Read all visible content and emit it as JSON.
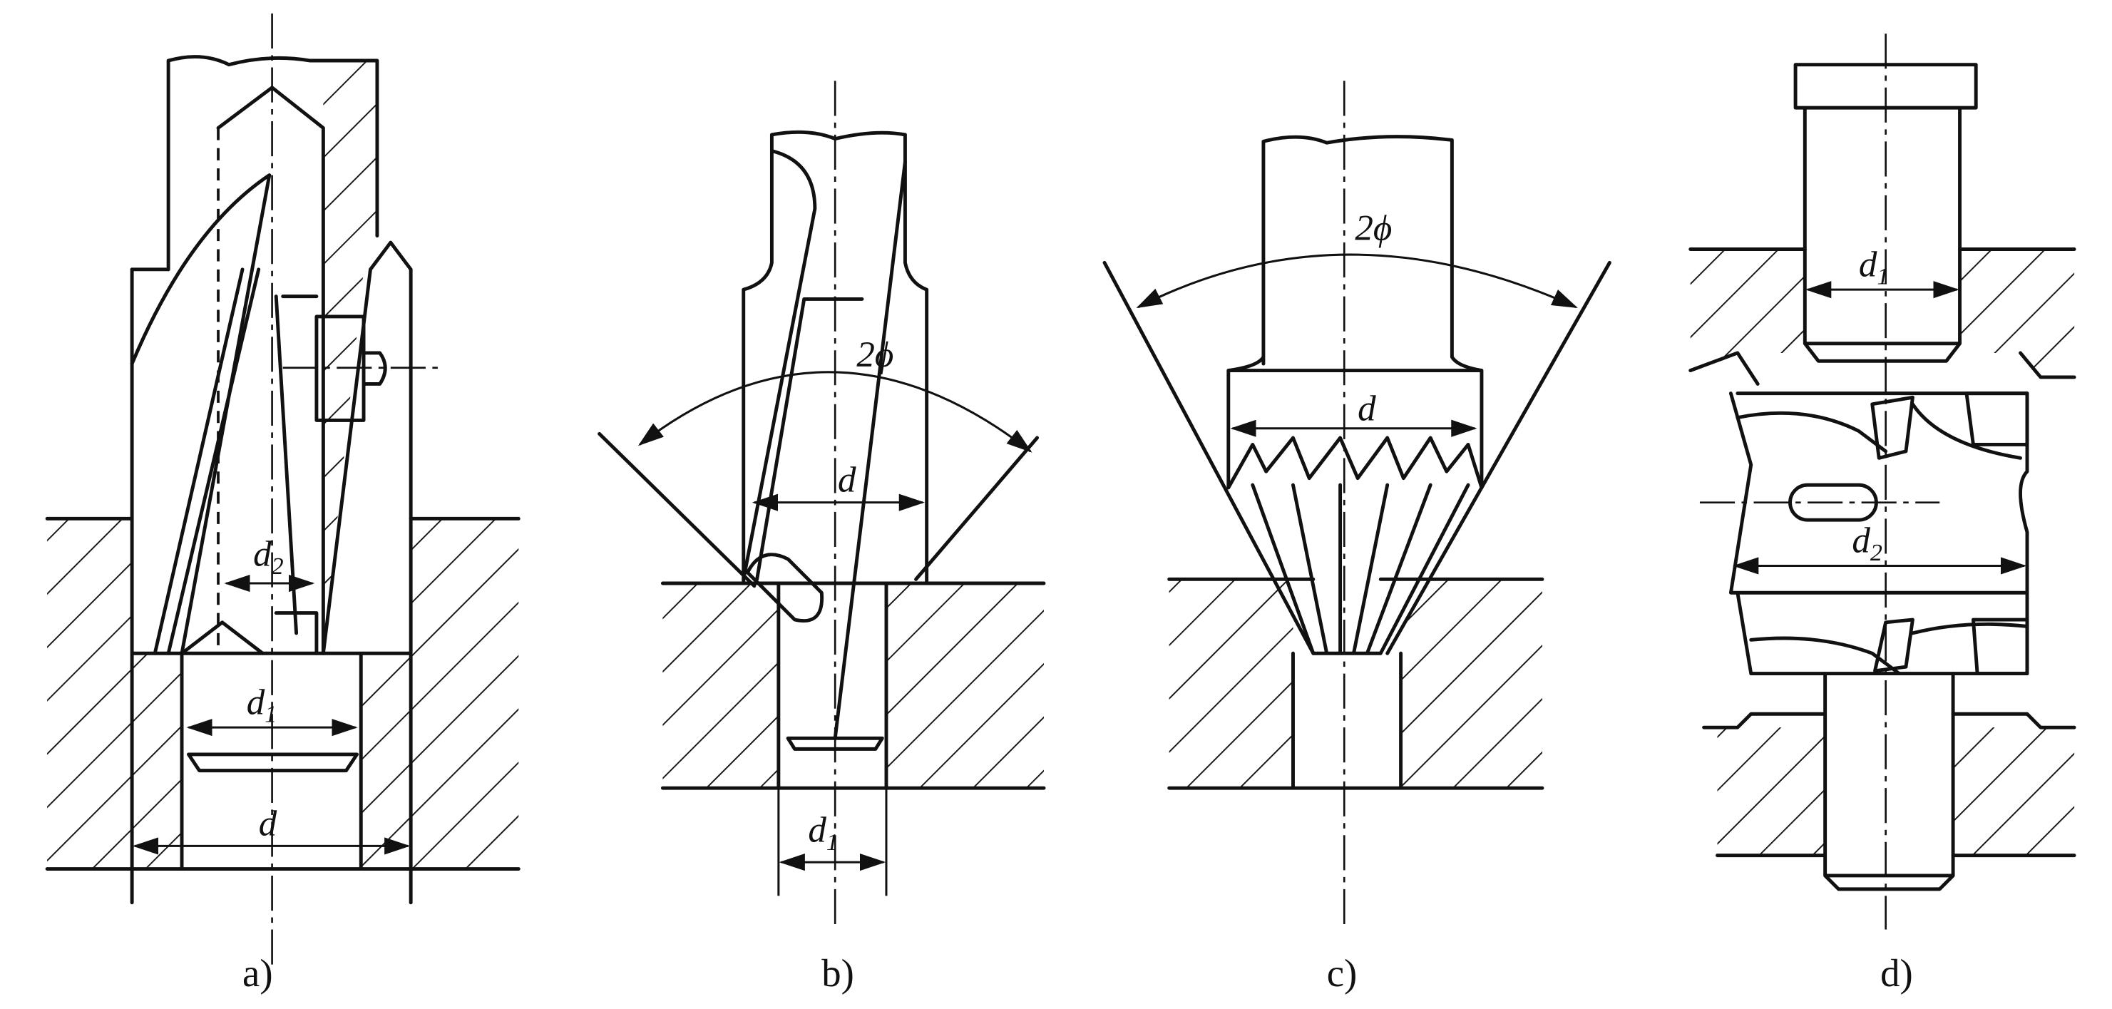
{
  "figure": {
    "panels": [
      {
        "caption": "a)",
        "labels": {
          "d": "d",
          "d1_main": "d",
          "d1_sub": "1",
          "d2_main": "d",
          "d2_sub": "2"
        }
      },
      {
        "caption": "b)",
        "labels": {
          "angle": "2ϕ",
          "d": "d",
          "d1_main": "d",
          "d1_sub": "1"
        }
      },
      {
        "caption": "c)",
        "labels": {
          "angle": "2ϕ",
          "d": "d"
        }
      },
      {
        "caption": "d)",
        "labels": {
          "d1_main": "d",
          "d1_sub": "1",
          "d2_main": "d",
          "d2_sub": "2"
        }
      }
    ],
    "colors": {
      "ink": "#111111",
      "background": "#ffffff"
    }
  }
}
